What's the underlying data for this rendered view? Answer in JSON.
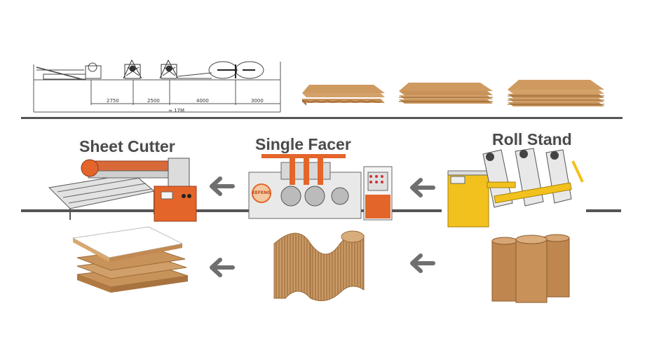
{
  "labels": {
    "sheet_cutter": "Sheet Cutter",
    "single_facer": "Single Facer",
    "roll_stand": "Roll Stand"
  },
  "drawing": {
    "dimensions": [
      "2750",
      "2500",
      "4000",
      "3000"
    ],
    "total": "≈ 17M"
  },
  "machine_logo": "KEFENG",
  "colors": {
    "line": "#555555",
    "arrow": "#6f6f6f",
    "cardboard": "#c8935a",
    "cardboard_dark": "#a8733f",
    "machine_orange": "#e4652a",
    "machine_yellow": "#f3c11d",
    "machine_white": "#eeeeee"
  }
}
